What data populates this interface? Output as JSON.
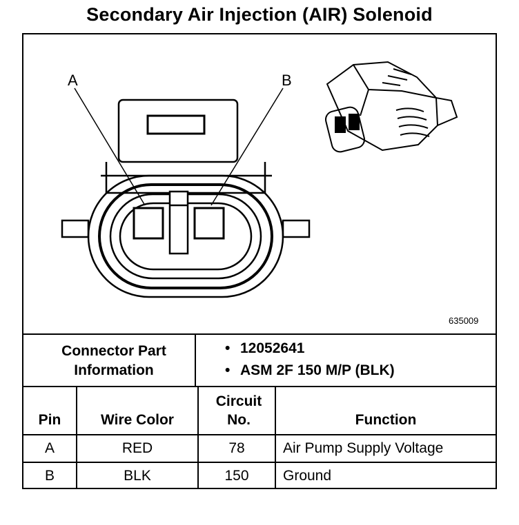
{
  "title": "Secondary Air Injection (AIR) Solenoid",
  "diagram": {
    "pin_a_label": "A",
    "pin_b_label": "B",
    "figure_number": "635009"
  },
  "connector_info": {
    "label": "Connector Part Information",
    "items": [
      "12052641",
      "ASM 2F 150 M/P (BLK)"
    ]
  },
  "table": {
    "headers": {
      "pin": "Pin",
      "wire_color": "Wire Color",
      "circuit": "Circuit No.",
      "function": "Function"
    },
    "rows": [
      {
        "pin": "A",
        "wire_color": "RED",
        "circuit": "78",
        "function": "Air Pump Supply Voltage"
      },
      {
        "pin": "B",
        "wire_color": "BLK",
        "circuit": "150",
        "function": "Ground"
      }
    ]
  }
}
